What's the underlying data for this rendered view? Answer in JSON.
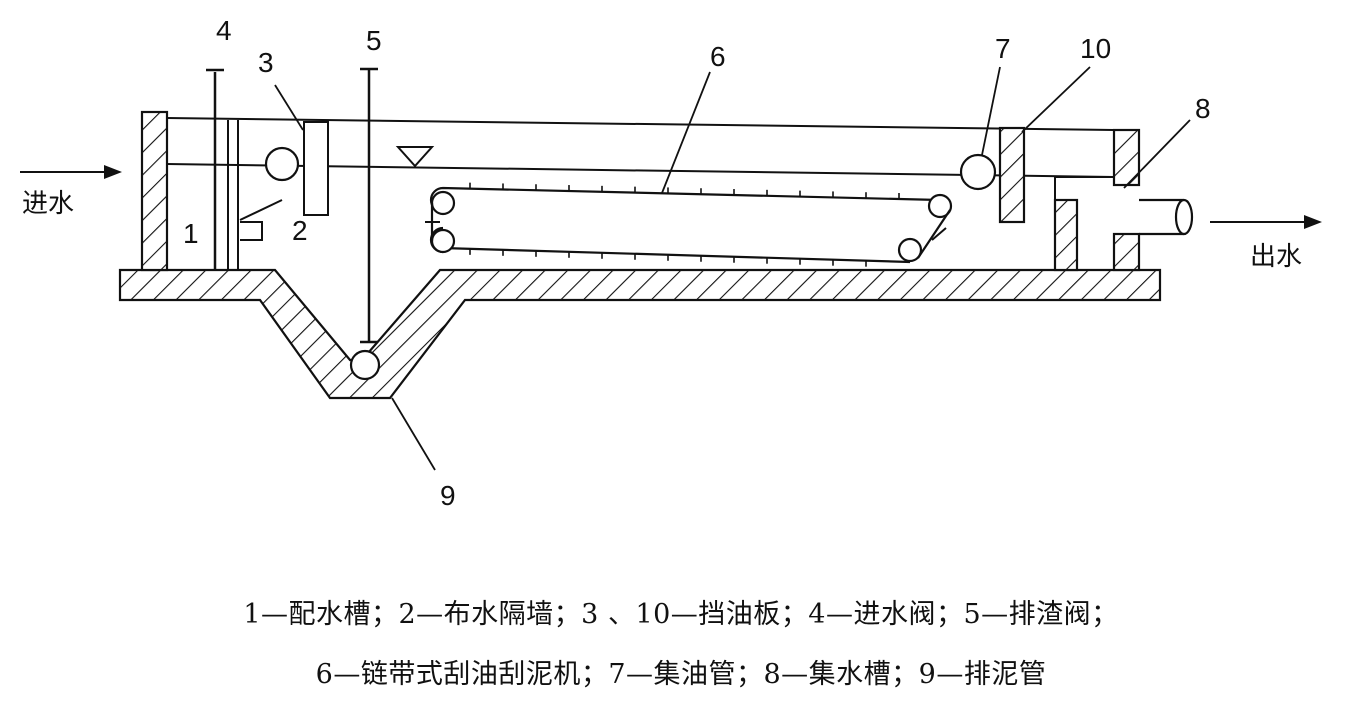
{
  "labels": {
    "inlet": "进水",
    "outlet": "出水",
    "n1": "1",
    "n2": "2",
    "n3": "3",
    "n4": "4",
    "n5": "5",
    "n6": "6",
    "n7": "7",
    "n8": "8",
    "n9": "9",
    "n10": "10"
  },
  "caption": {
    "line1": "1—配水槽；2—布水隔墙；3 、10—挡油板；4—进水阀；5—排渣阀；",
    "line2": "6—链带式刮油刮泥机；7—集油管；8—集水槽；9—排泥管"
  }
}
